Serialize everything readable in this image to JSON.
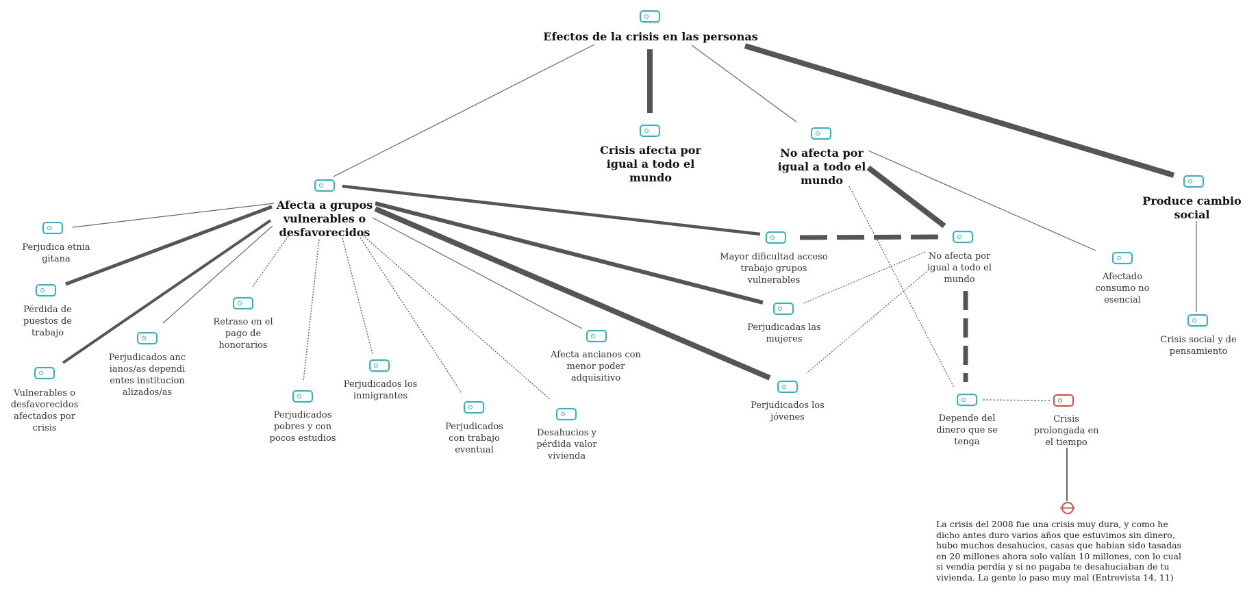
{
  "diagram": {
    "root": "Efectos de la crisis en las personas",
    "nodes": {
      "igual": "Crisis afecta por igual a todo el mundo",
      "no_igual": "No afecta por igual a todo el mundo",
      "cambio": "Produce cambio social",
      "vulnerables": "Afecta a grupos vulnerables o desfavorecidos",
      "etnia": "Perjudica etnia gitana",
      "puestos": "Pérdida de puestos de trabajo",
      "vuln_crisis": "Vulnerables o desfavorecidos afectados por crisis",
      "ancianos_dep": "Perjudicados ancianos/as dependientes institucionalizados/as",
      "honorarios": "Retraso en el pago de honorarios",
      "pobres": "Perjudicados pobres y con pocos estudios",
      "inmigrantes": "Perjudicados los inmigrantes",
      "eventual": "Perjudicados con trabajo eventual",
      "desahucios": "Desahucios y pérdida valor vivienda",
      "ancianos_poder": "Afecta ancianos con menor poder adquisitivo",
      "acceso": "Mayor dificultad acceso trabajo grupos vulnerables",
      "no_igual2": "No afecta por igual a todo el mundo",
      "mujeres": "Perjudicadas las mujeres",
      "jovenes": "Perjudicados los jóvenes",
      "dinero": "Depende del dinero que se tenga",
      "prolongada": "Crisis prolongada en el tiempo",
      "consumo": "Afectado consumo no esencial",
      "pensamiento": "Crisis social y de pensamiento"
    },
    "quote": "La crisis del 2008 fue una crisis muy dura, y como he dicho antes duro varios años que estuvimos sin dinero, hubo muchos desahucios, casas que habían sido tasadas en 20 millones ahora solo valían 10 millones, con lo cual si vendía perdía y si no pagaba te desahuciaban de tu vivienda. La gente lo paso muy mal (Entrevista 14, 11)",
    "colors": {
      "tag": "#2bb3c6",
      "quote_tag": "#e34a3f",
      "edge": "#555555"
    }
  }
}
